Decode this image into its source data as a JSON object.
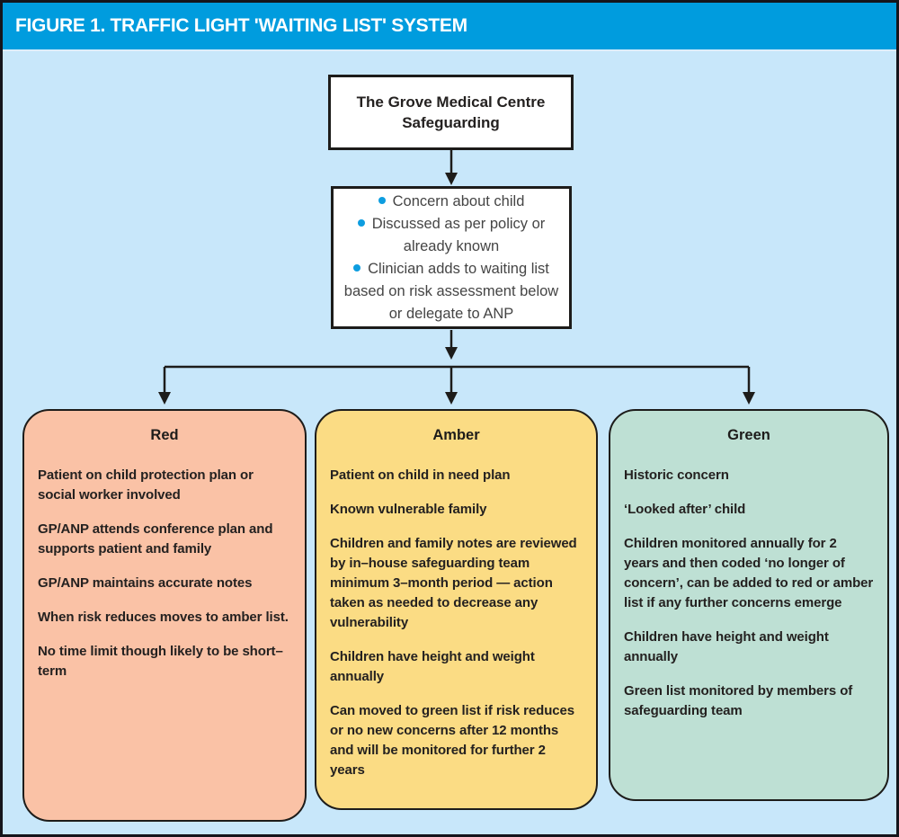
{
  "title": "FIGURE 1. TRAFFIC LIGHT 'WAITING LIST' SYSTEM",
  "colors": {
    "title_bar": "#009cde",
    "background": "#c8e7fa",
    "ink": "#1d1c1a",
    "bullet_blue": "#0d9de0",
    "red_box": "#fac2a6",
    "amber_box": "#fbdc84",
    "green_box": "#bee0d4"
  },
  "flow": {
    "root_box": "The Grove Medical Centre Safeguarding",
    "process_box": {
      "bullets": [
        "Concern about child",
        "Discussed as per policy or already known",
        "Clinician adds to waiting list based on risk assessment below or delegate to ANP"
      ]
    }
  },
  "columns": [
    {
      "id": "red",
      "header": "Red",
      "color": "#fac2a6",
      "paragraphs": [
        "Patient on child protection plan or social worker involved",
        "GP/ANP attends conference plan and supports patient and family",
        "GP/ANP maintains accurate notes",
        "When risk reduces moves to amber list.",
        "No time limit though likely to be short–term"
      ]
    },
    {
      "id": "amber",
      "header": "Amber",
      "color": "#fbdc84",
      "paragraphs": [
        "Patient on child in need plan",
        "Known vulnerable family",
        "Children and family notes are reviewed by in–house safeguarding team minimum 3–month period — action taken as needed to decrease any vulnerability",
        "Children have height and weight annually",
        "Can moved to green list if risk reduces or no new concerns after 12 months and will be monitored for further 2 years"
      ]
    },
    {
      "id": "green",
      "header": "Green",
      "color": "#bee0d4",
      "paragraphs": [
        "Historic concern",
        "‘Looked after’ child",
        "Children monitored annually for 2 years and then coded ‘no longer of concern’, can be added to red or amber list if any further concerns emerge",
        "Children have height and weight annually",
        "Green list monitored by members of safeguarding team"
      ]
    }
  ]
}
